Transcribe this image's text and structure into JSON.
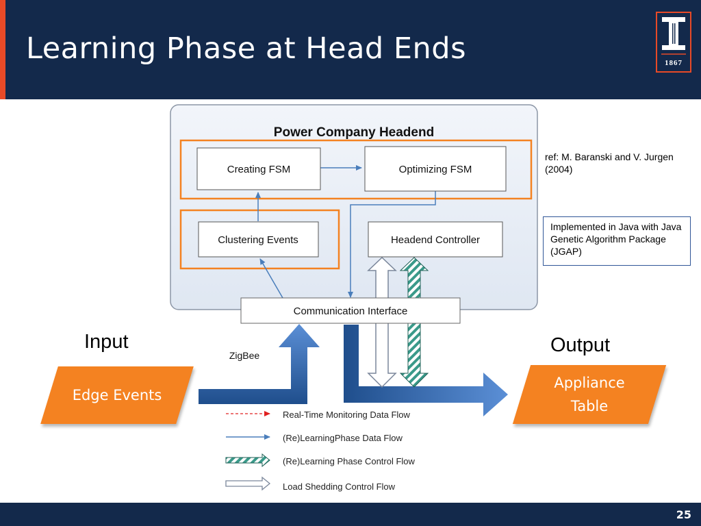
{
  "slide": {
    "title": "Learning Phase at Head Ends",
    "page_number": "25",
    "logo_year": "1867"
  },
  "diagram": {
    "headend_title": "Power Company Headend",
    "nodes": {
      "creating_fsm": "Creating FSM",
      "optimizing_fsm": "Optimizing FSM",
      "clustering_events": "Clustering Events",
      "headend_controller": "Headend Controller",
      "communication_interface": "Communication Interface"
    },
    "zigbee_label": "ZigBee",
    "input_label": "Input",
    "output_label": "Output",
    "input_box": "Edge Events",
    "output_box": [
      "Appliance",
      "Table"
    ],
    "legend": [
      {
        "label": "Real-Time Monitoring Data Flow",
        "style": "red-dashed-arrow"
      },
      {
        "label": "(Re)LearningPhase Data Flow",
        "style": "blue-thin-arrow"
      },
      {
        "label": "(Re)Learning Phase Control Flow",
        "style": "teal-hatched-arrow"
      },
      {
        "label": "Load Shedding Control Flow",
        "style": "white-hollow-arrow"
      }
    ]
  },
  "notes": {
    "reference": "ref: M. Baranski and V. Jurgen (2004)",
    "implementation": "Implemented in Java with Java Genetic Algorithm Package (JGAP)"
  },
  "colors": {
    "navy": "#13294b",
    "orange": "#e84a27",
    "box_orange": "#f48221",
    "flow_blue": "#4a7ebb",
    "teal": "#3a9a8a"
  }
}
